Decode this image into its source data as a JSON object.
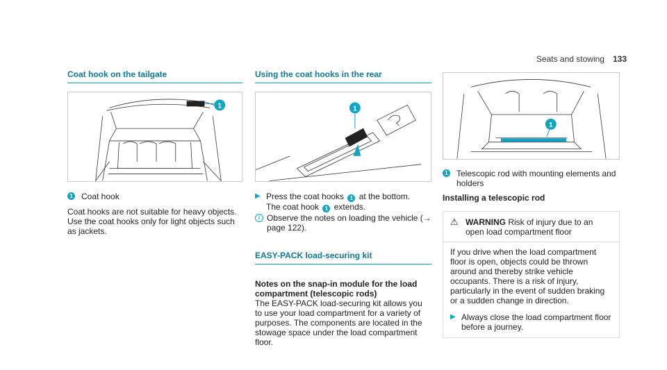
{
  "header": {
    "section": "Seats and stowing",
    "page": "133"
  },
  "col1": {
    "title": "Coat hook on the tailgate",
    "legend": {
      "num": "1",
      "text": "Coat hook"
    },
    "body": "Coat hooks are not suitable for heavy objects. Use the coat hooks only for light objects such as jackets."
  },
  "col2": {
    "title": "Using the coat hooks in the rear",
    "step_a": "Press the coat hooks",
    "step_num": "1",
    "step_b": "at the bottom.",
    "step_c": "The coat hook",
    "step_d": "extends.",
    "note": "Observe the notes on loading the vehicle (→ page 122).",
    "title2": "EASY-PACK load-securing kit",
    "subhead": "Notes on the snap-in module for the load compartment (telescopic rods)",
    "body": "The EASY-PACK load-securing kit allows you to use your load compartment for a variety of purposes. The components are located in the stowage space under the load compartment floor."
  },
  "col3": {
    "legend": {
      "num": "1",
      "text": "Telescopic rod with mounting elements and holders"
    },
    "subhead": "Installing a telescopic rod",
    "warning": {
      "word": "WARNING",
      "headline": "Risk of injury due to an open load compartment floor",
      "body": "If you drive when the load compartment floor is open, objects could be thrown around and thereby strike vehicle occupants. There is a risk of injury, particularly in the event of sudden braking or a sudden change in direction.",
      "step": "Always close the load compartment floor before a journey."
    }
  },
  "icons": {
    "callout": "numbered-callout-icon",
    "arrow": "step-arrow-icon",
    "info": "info-icon",
    "warning": "warning-triangle-icon"
  },
  "colors": {
    "accent": "#0fa5c6",
    "title": "#0a7a96",
    "rule": "#0a9bbd"
  }
}
